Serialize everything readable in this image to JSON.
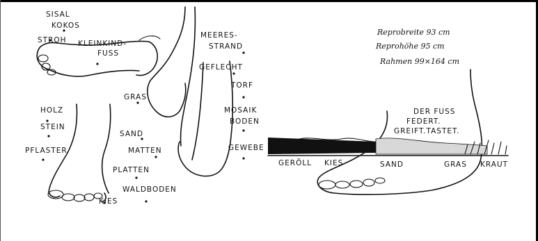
{
  "labels_left": {
    "sisal": "SISAL",
    "kokos": "KOKOS",
    "stroh": "STROH",
    "kleinkindfuss_1": "KLEINKIND-",
    "kleinkindfuss_2": "FUSS",
    "gras": "GRAS",
    "holz": "HOLZ",
    "stein": "STEIN",
    "pflaster": "PFLASTER",
    "sand": "SAND",
    "matten": "MATTEN",
    "platten": "PLATTEN",
    "waldboden": "WALDBODEN",
    "kies": "KIES"
  },
  "labels_middle": {
    "meeresstrand_1": "MEERES-",
    "meeresstrand_2": "STRAND",
    "geflecht": "GEFLECHT",
    "torf": "TORF",
    "mosaikboden_1": "MOSAIK",
    "mosaikboden_2": "BODEN",
    "gewebe": "GEWEBE"
  },
  "notes_handwritten": {
    "line1": "Reprobreite 93 cm",
    "line2": "Reprohöhe 95 cm",
    "line3": "Rahmen 99×164 cm"
  },
  "labels_right": {
    "der_fuss": "DER FUSS",
    "federt": "FEDERT.",
    "greift_tastet": "GREIFT.TASTET.",
    "geroell": "GERÖLL",
    "kies": "KIES",
    "sand": "SAND",
    "gras": "GRAS",
    "kraut": "KRAUT"
  }
}
